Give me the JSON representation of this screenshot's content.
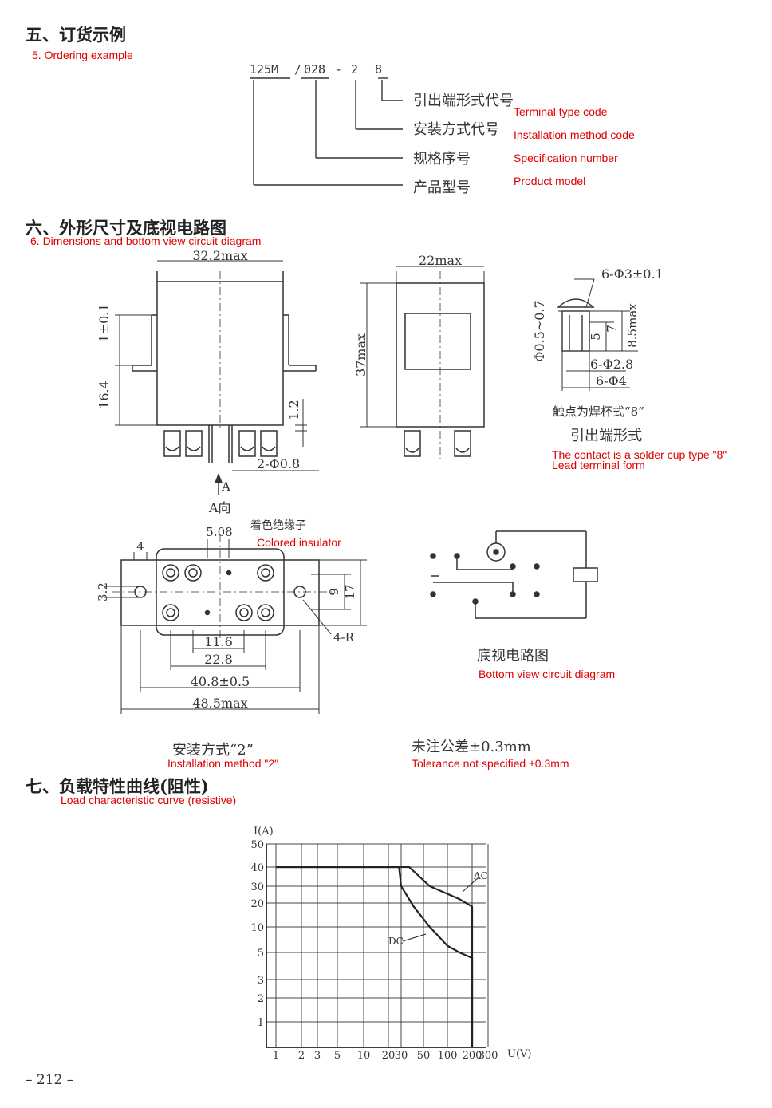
{
  "section5": {
    "title": "五、订货示例",
    "title_en": "5. Ordering example",
    "code": {
      "model": "125M",
      "sep1": "/",
      "spec": "028",
      "dash1": "-",
      "install": "2",
      "terminal": "8"
    },
    "labels": [
      {
        "cn": "引出端形式代号",
        "en": "Terminal type code"
      },
      {
        "cn": "安装方式代号",
        "en": "Installation method code"
      },
      {
        "cn": "规格序号",
        "en": "Specification number"
      },
      {
        "cn": "产品型号",
        "en": "Product model"
      }
    ]
  },
  "section6": {
    "title": "六、外形尺寸及底视电路图",
    "title_en": "6. Dimensions and bottom view circuit diagram",
    "dims": {
      "width_max": "32.2max",
      "depth_max": "22max",
      "height_max": "37max",
      "flange": "1±0.1",
      "h164": "16.4",
      "pin_len": "1.2",
      "pin_dia": "2-Φ0.8",
      "arrow_a": "A",
      "a_view": "A向",
      "cup_outer": "6-Φ3±0.1",
      "cup_wire": "Φ0.5~0.7",
      "d5": "5",
      "d7": "7",
      "d85": "8.5max",
      "cup_28": "6-Φ2.8",
      "cup_4": "6-Φ4",
      "m4": "4",
      "m508": "5.08",
      "m32": "3.2",
      "m9": "9",
      "m17": "17",
      "m4r": "4-R",
      "m116": "11.6",
      "m228": "22.8",
      "m408": "40.8±0.5",
      "m485": "48.5max"
    },
    "cup_note_cn": "触点为焊杯式“8”",
    "lead_form_cn": "引出端形式",
    "cup_note_en": "The contact is a solder cup type \"8\"",
    "lead_form_en": "Lead terminal form",
    "insulator_cn": "着色绝缘子",
    "insulator_en": "Colored insulator",
    "bottom_cn": "底视电路图",
    "bottom_en": "Bottom view circuit diagram",
    "install_cn": "安装方式“2”",
    "install_en": "Installation method \"2\"",
    "tol_cn": "未注公差±0.3mm",
    "tol_en": "Tolerance not specified ±0.3mm"
  },
  "section7": {
    "title": "七、负载特性曲线(阻性)",
    "title_en": "Load characteristic curve (resistive)"
  },
  "chart_data": {
    "type": "line",
    "title": "",
    "xlabel": "U(V)",
    "ylabel": "I(A)",
    "x_ticks": [
      "1",
      "2",
      "3",
      "5",
      "10",
      "20",
      "30",
      "50",
      "100",
      "200",
      "300"
    ],
    "y_ticks": [
      "1",
      "2",
      "3",
      "5",
      "10",
      "20",
      "30",
      "40",
      "50"
    ],
    "xlim": [
      1,
      300
    ],
    "ylim": [
      0,
      50
    ],
    "series": [
      {
        "name": "AC",
        "points": [
          [
            1,
            40
          ],
          [
            36,
            40
          ],
          [
            60,
            30
          ],
          [
            140,
            22
          ],
          [
            200,
            18
          ],
          [
            200,
            0
          ]
        ]
      },
      {
        "name": "DC",
        "points": [
          [
            1,
            40
          ],
          [
            28,
            40
          ],
          [
            30,
            30
          ],
          [
            40,
            18
          ],
          [
            60,
            10
          ],
          [
            100,
            6
          ],
          [
            140,
            5
          ],
          [
            200,
            4.5
          ],
          [
            200,
            0
          ]
        ]
      }
    ]
  },
  "page_number": "– 212 –"
}
